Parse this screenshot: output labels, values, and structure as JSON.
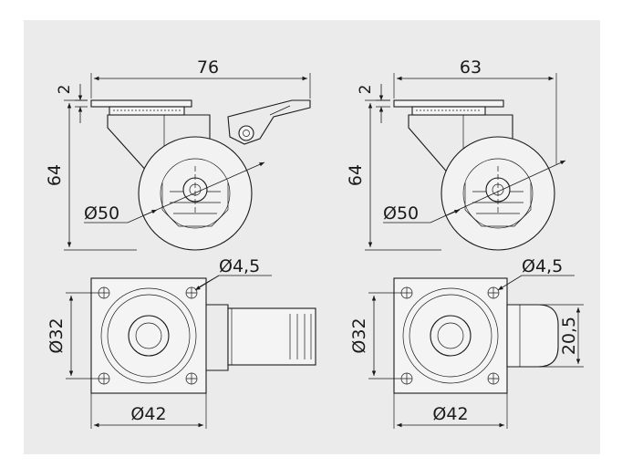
{
  "colors": {
    "background": "#ebebeb",
    "line": "#1a1a1a",
    "page": "#ffffff"
  },
  "left_caster": {
    "width": "76",
    "plate_thickness": "2",
    "height": "64",
    "wheel_diameter": "Ø50",
    "hole_diameter": "Ø4,5",
    "plate_depth": "Ø32",
    "plate_width": "Ø42"
  },
  "right_caster": {
    "width": "63",
    "plate_thickness": "2",
    "height": "64",
    "wheel_diameter": "Ø50",
    "hole_diameter": "Ø4,5",
    "plate_depth": "Ø32",
    "plate_width": "Ø42",
    "wheel_width": "20,5"
  }
}
